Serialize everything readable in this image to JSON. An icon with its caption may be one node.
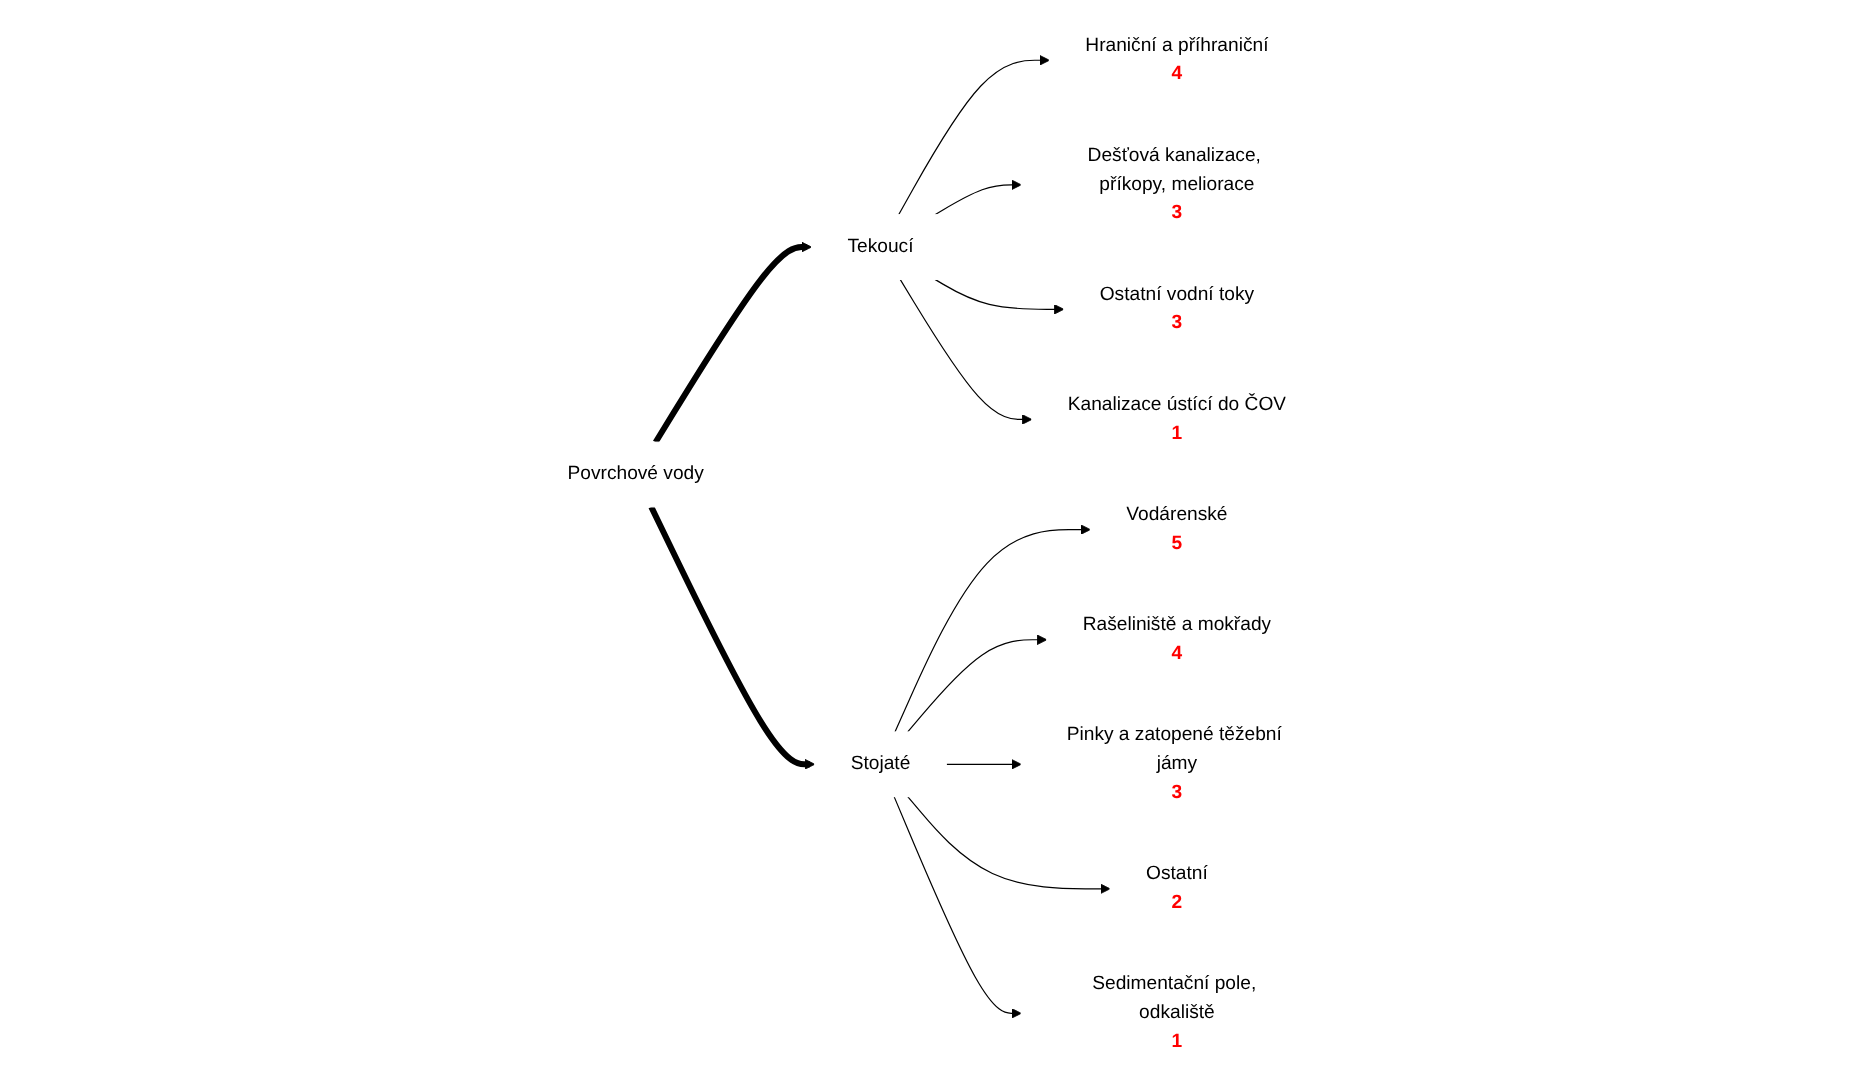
{
  "diagram": {
    "nodes": [
      {
        "text": [
          "Povrchové vody"
        ]
      },
      {
        "text": [
          "Tekoucí"
        ]
      },
      {
        "text": [
          "Hraniční a příhraniční",
          "4"
        ]
      },
      {
        "text": [
          "Dešťová kanalizace, příkopy, meliorace",
          "3"
        ]
      },
      {
        "text": [
          "Ostatní vodní toky",
          "3"
        ]
      },
      {
        "text": [
          "Kanalizace ústící do ČOV",
          "1"
        ]
      },
      {
        "text": [
          "Stojaté"
        ]
      },
      {
        "text": [
          "Vodárenské",
          "5"
        ]
      },
      {
        "text": [
          "Rašeliniště a mokřady",
          "4"
        ]
      },
      {
        "text": [
          "Pinky a zatopené těžební jámy",
          "3"
        ]
      },
      {
        "text": [
          "Ostatní",
          "2"
        ]
      },
      {
        "text": [
          "Sedimentační pole, odkaliště",
          "1"
        ]
      }
    ],
    "edges": [
      {
        "from": 0,
        "to": 1,
        "arrow": "to",
        "style": "thick"
      },
      {
        "from": 0,
        "to": 6,
        "arrow": "to",
        "style": "thick"
      },
      {
        "from": 1,
        "to": 2,
        "arrow": "to"
      },
      {
        "from": 1,
        "to": 3,
        "arrow": "to"
      },
      {
        "from": 1,
        "to": 4,
        "arrow": "to"
      },
      {
        "from": 1,
        "to": 5,
        "arrow": "to"
      },
      {
        "from": 6,
        "to": 7,
        "arrow": "to"
      },
      {
        "from": 6,
        "to": 8,
        "arrow": "to"
      },
      {
        "from": 6,
        "to": 9,
        "arrow": "to"
      },
      {
        "from": 6,
        "to": 10,
        "arrow": "to"
      },
      {
        "from": 6,
        "to": 11,
        "arrow": "to"
      }
    ]
  }
}
